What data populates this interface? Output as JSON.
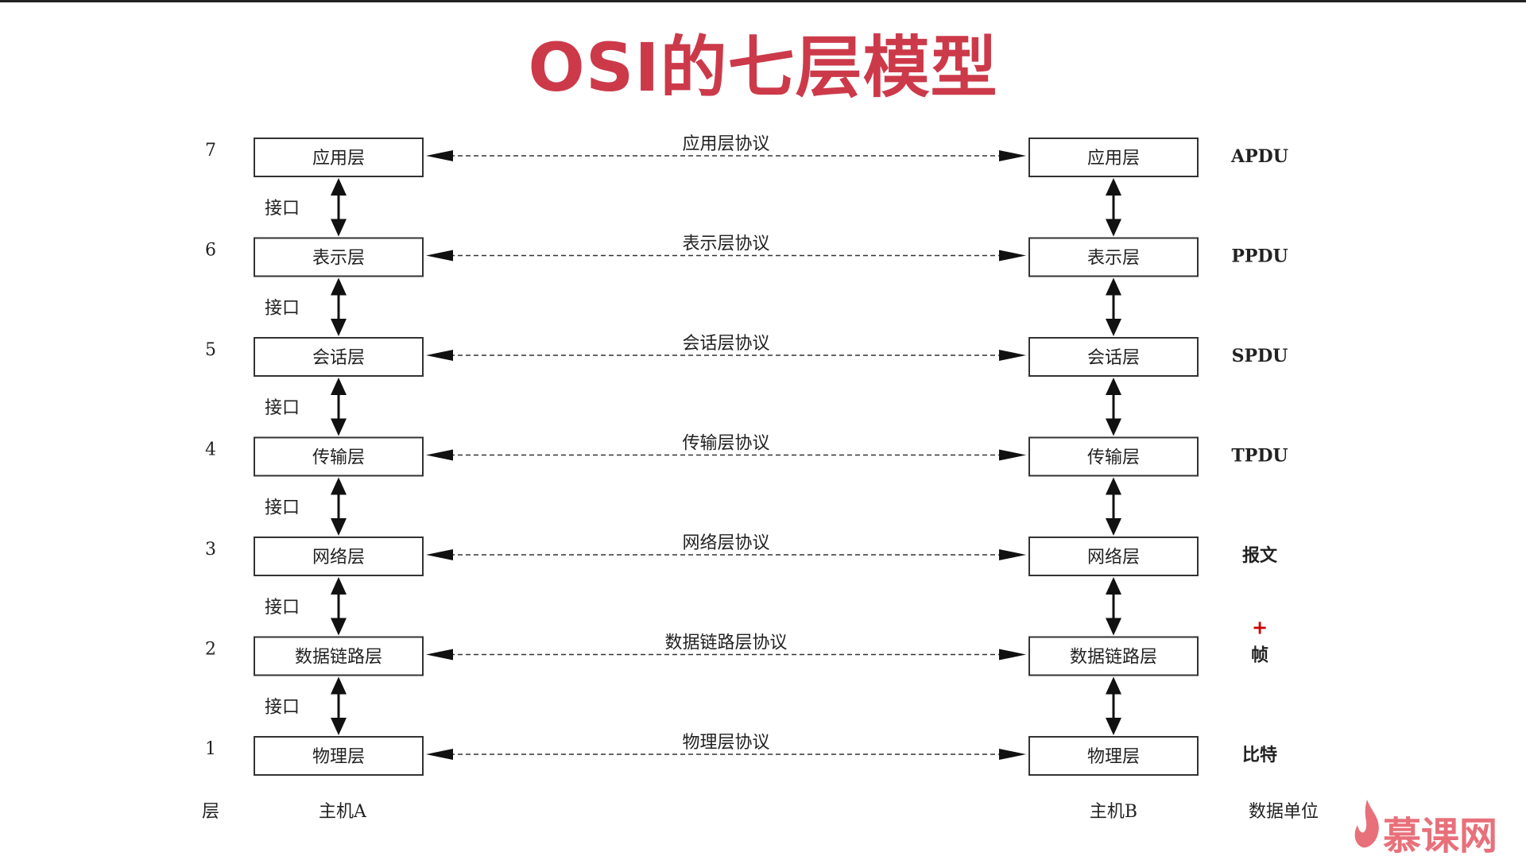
{
  "title": "OSI的七层模型",
  "layers": [
    {
      "num": "7",
      "name": "应用层",
      "protocol": "应用层协议",
      "pdu": "APDU"
    },
    {
      "num": "6",
      "name": "表示层",
      "protocol": "表示层协议",
      "pdu": "PPDU"
    },
    {
      "num": "5",
      "name": "会话层",
      "protocol": "会话层协议",
      "pdu": "SPDU"
    },
    {
      "num": "4",
      "name": "传输层",
      "protocol": "传输层协议",
      "pdu": "TPDU"
    },
    {
      "num": "3",
      "name": "网络层",
      "protocol": "网络层协议",
      "pdu": "报文"
    },
    {
      "num": "2",
      "name": "数据链路层",
      "protocol": "数据链路层协议",
      "pdu": "帧"
    },
    {
      "num": "1",
      "name": "物理层",
      "protocol": "物理层协议",
      "pdu": "比特"
    }
  ],
  "interface_label": "接口",
  "plus_mark": "+",
  "footer": {
    "layer_label": "层",
    "host_a": "主机A",
    "host_b": "主机B",
    "data_unit": "数据单位"
  },
  "watermark": "慕课网",
  "colors": {
    "title": "#cc3a4a",
    "watermark": "#e8707a",
    "plus": "#cc0000"
  }
}
